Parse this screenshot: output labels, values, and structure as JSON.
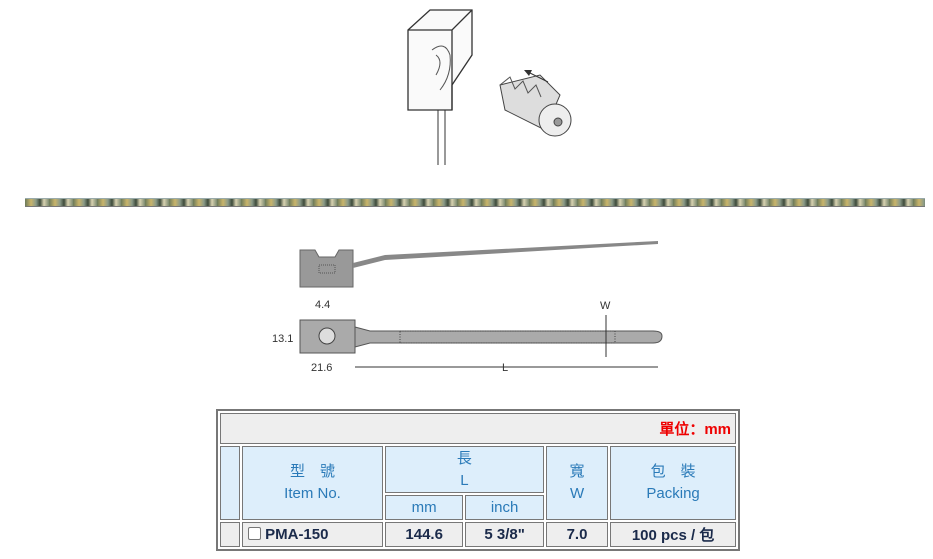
{
  "figure_labels": {
    "hole": "4.4",
    "height": "13.1",
    "width_base": "21.6",
    "length": "L",
    "tie_width": "W"
  },
  "table": {
    "unit": "單位：mm",
    "headers": {
      "item_cn": "型　號",
      "item_en": "Item No.",
      "length_cn": "長",
      "length_en": "L",
      "mm": "mm",
      "inch": "inch",
      "width_cn": "寬",
      "width_en": "W",
      "packing_cn": "包　裝",
      "packing_en": "Packing"
    },
    "rows": [
      {
        "item": "PMA-150",
        "mm": "144.6",
        "inch": "5 3/8\"",
        "width": "7.0",
        "packing": "100 pcs / 包"
      }
    ]
  }
}
